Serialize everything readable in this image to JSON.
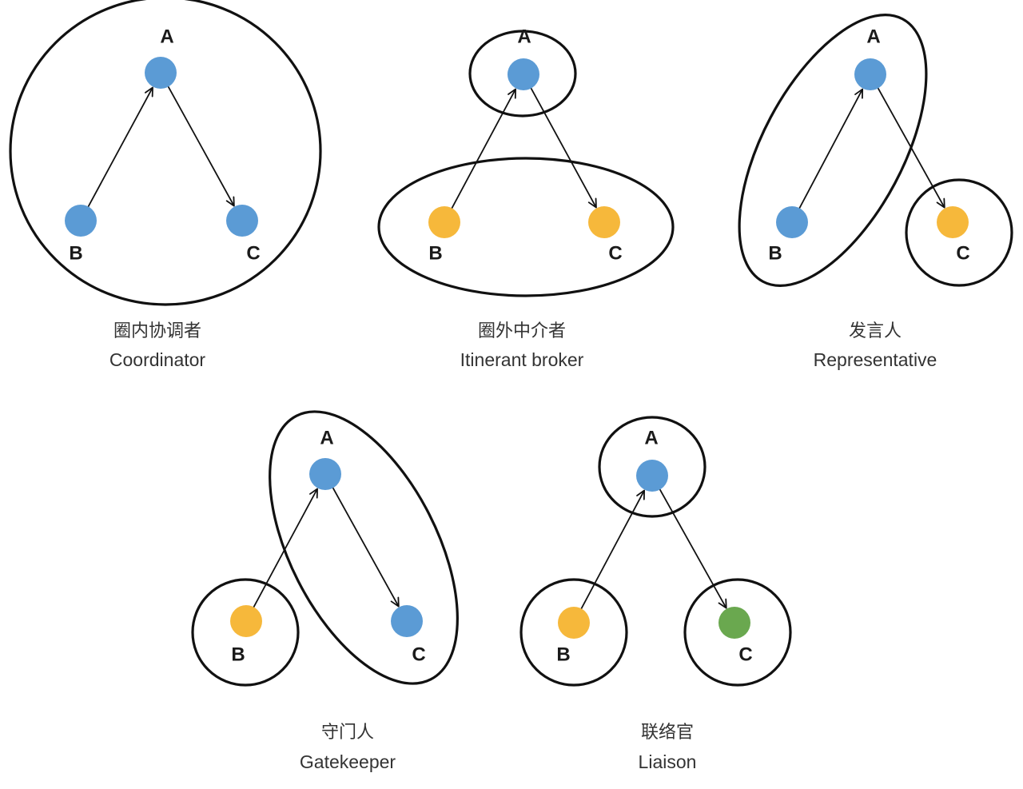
{
  "colors": {
    "blue": "#5b9bd5",
    "orange": "#f6b83b",
    "green": "#6aa84f",
    "outline": "#111111",
    "text": "#333333"
  },
  "panels": [
    {
      "id": "coordinator",
      "title_zh": "圈内协调者",
      "title_en": "Coordinator",
      "nodes": [
        {
          "label": "A",
          "color": "blue"
        },
        {
          "label": "B",
          "color": "blue"
        },
        {
          "label": "C",
          "color": "blue"
        }
      ],
      "edges": [
        {
          "from": "B",
          "to": "A"
        },
        {
          "from": "A",
          "to": "C"
        }
      ]
    },
    {
      "id": "itinerant-broker",
      "title_zh": "圈外中介者",
      "title_en": "Itinerant broker",
      "nodes": [
        {
          "label": "A",
          "color": "blue"
        },
        {
          "label": "B",
          "color": "orange"
        },
        {
          "label": "C",
          "color": "orange"
        }
      ],
      "edges": [
        {
          "from": "B",
          "to": "A"
        },
        {
          "from": "A",
          "to": "C"
        }
      ]
    },
    {
      "id": "representative",
      "title_zh": "发言人",
      "title_en": "Representative",
      "nodes": [
        {
          "label": "A",
          "color": "blue"
        },
        {
          "label": "B",
          "color": "blue"
        },
        {
          "label": "C",
          "color": "orange"
        }
      ],
      "edges": [
        {
          "from": "B",
          "to": "A"
        },
        {
          "from": "A",
          "to": "C"
        }
      ]
    },
    {
      "id": "gatekeeper",
      "title_zh": "守门人",
      "title_en": "Gatekeeper",
      "nodes": [
        {
          "label": "A",
          "color": "blue"
        },
        {
          "label": "B",
          "color": "orange"
        },
        {
          "label": "C",
          "color": "blue"
        }
      ],
      "edges": [
        {
          "from": "B",
          "to": "A"
        },
        {
          "from": "A",
          "to": "C"
        }
      ]
    },
    {
      "id": "liaison",
      "title_zh": "联络官",
      "title_en": "Liaison",
      "nodes": [
        {
          "label": "A",
          "color": "blue"
        },
        {
          "label": "B",
          "color": "orange"
        },
        {
          "label": "C",
          "color": "green"
        }
      ],
      "edges": [
        {
          "from": "B",
          "to": "A"
        },
        {
          "from": "A",
          "to": "C"
        }
      ]
    }
  ]
}
